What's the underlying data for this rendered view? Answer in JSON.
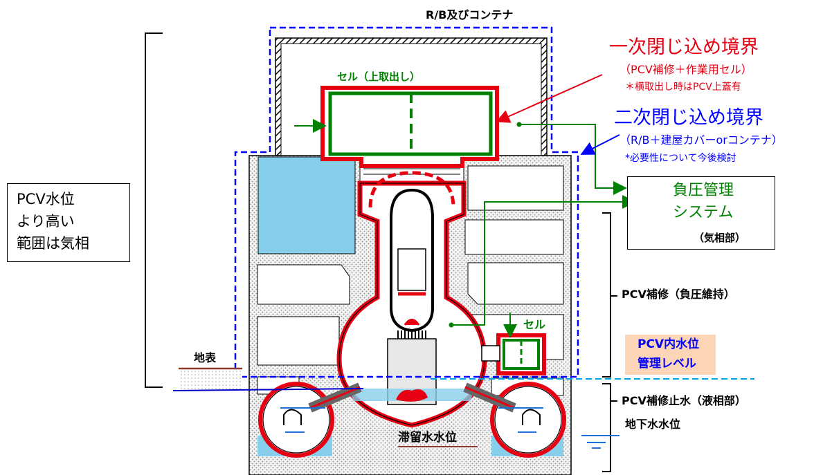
{
  "labels": {
    "rb_container": "R/B及びコンテナ",
    "primary_title": "一次閉じ込め境界",
    "primary_sub": "（PCV補修＋作業用セル）",
    "primary_note": "＊横取出し時はPCV上蓋有",
    "secondary_title": "二次閉じ込め境界",
    "secondary_sub": "（R/B＋建屋カバーorコンテナ）",
    "secondary_note": "*必要性について今後検討",
    "cell_top": "セル（上取出し）",
    "cell_side": "セル",
    "negpressure_line1": "負圧管理",
    "negpressure_line2": "システム",
    "negpressure_line3": "（気相部）",
    "left_box_line1": "PCV水位",
    "left_box_line2": "より高い",
    "left_box_line3": "範囲は気相",
    "pcv_repair": "PCV補修（負圧維持）",
    "water_level_line1": "PCV内水位",
    "water_level_line2": "管理レベル",
    "pcv_stop": "PCV補修止水（液相部）",
    "groundwater": "地下水水位",
    "ground_surface": "地表",
    "stagnant_water": "滞留水水位"
  },
  "colors": {
    "primary_red": "#e60012",
    "secondary_blue": "#0000ff",
    "cell_green": "#008000",
    "water_blue": "#87ceeb",
    "level_badge": "#fbd5b5"
  }
}
